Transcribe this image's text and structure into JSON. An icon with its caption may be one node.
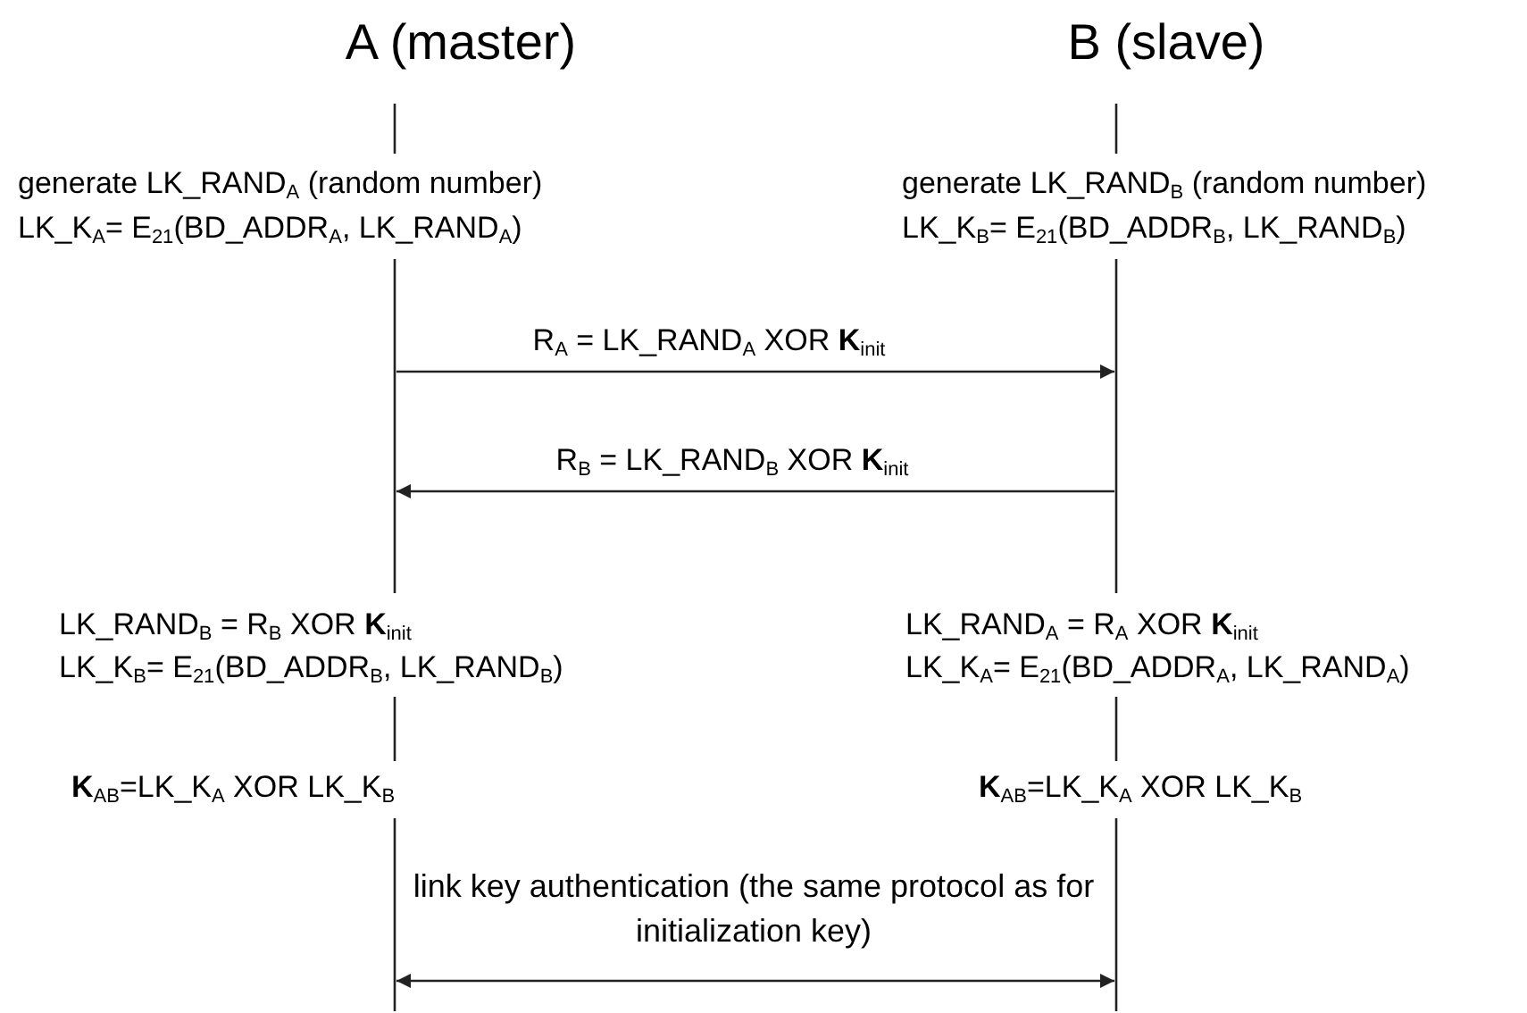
{
  "diagram": {
    "nodes": [
      {
        "text": [
          "A (master)"
        ]
      },
      {
        "text": [
          "B (slave)"
        ]
      },
      {
        "text": [],
        "shape": "bar"
      },
      {
        "text": [],
        "shape": "bar"
      }
    ],
    "edges": [
      {
        "from": 2,
        "to": 3,
        "arrow": "to",
        "label": "R$_{A}$ = LK_RAND$_{A}$ XOR **K**$_{init}$"
      },
      {
        "from": 3,
        "to": 2,
        "arrow": "to",
        "label": "R$_{B}$ = LK_RAND$_{B}$ XOR **K**$_{init}$"
      },
      {
        "from": 2,
        "to": 3,
        "arrow": "both",
        "label": "link key authentication (the same protocol as for initialization key)"
      }
    ],
    "labels": [
      "generate LK_RAND$_{A}$ (random number)",
      "generate LK_RAND$_{B}$ (random number)",
      "LK_K$_{A}$= E$_{21}$(BD_ADDR$_{A}$, LK_RAND$_{A}$)",
      "LK_K$_{B}$= E$_{21}$(BD_ADDR$_{B}$, LK_RAND$_{B}$)",
      "LK_RAND$_{B}$ = R$_{B}$ XOR **K**$_{init}$",
      "LK_RAND$_{A}$ = R$_{A}$ XOR **K**$_{init}$",
      "LK_K$_{B}$= E$_{21}$(BD_ADDR$_{B}$, LK_RAND$_{B}$)",
      "LK_K$_{A}$= E$_{21}$(BD_ADDR$_{A}$, LK_RAND$_{A}$)",
      "**K**$_{AB}$=LK_K$_{A}$ XOR LK_K$_{B}$",
      "**K**$_{AB}$=LK_K$_{A}$ XOR LK_K$_{B}$"
    ]
  }
}
